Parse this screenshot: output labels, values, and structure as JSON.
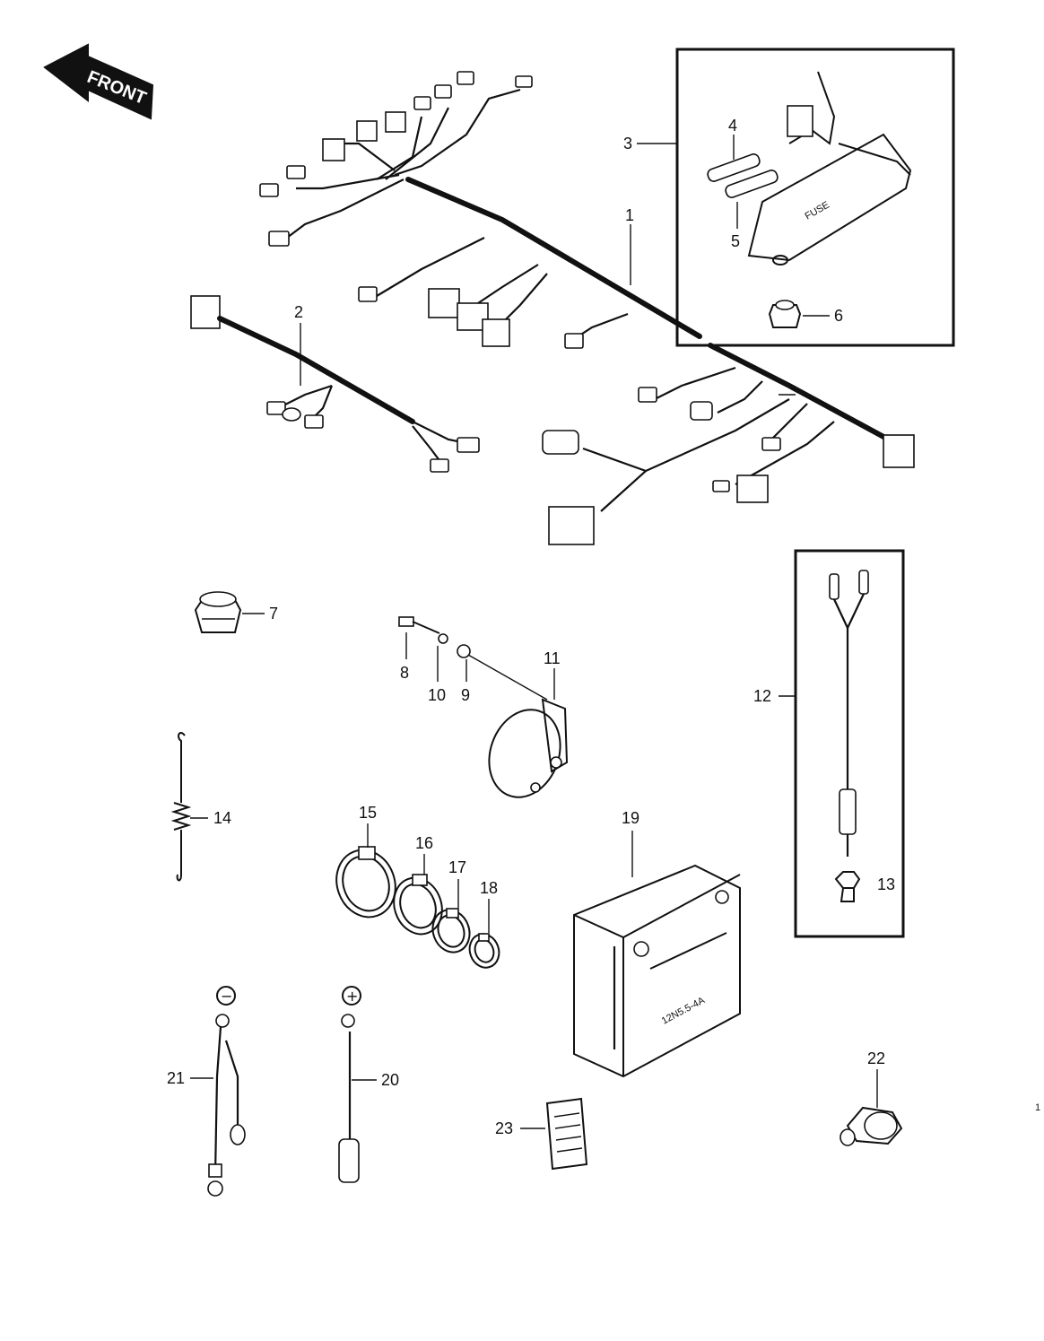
{
  "front_arrow": {
    "text": "FRONT"
  },
  "parts": {
    "p1": "1",
    "p2": "2",
    "p3": "3",
    "p4": "4",
    "p5": "5",
    "p6": "6",
    "p7": "7",
    "p8": "8",
    "p9": "9",
    "p10": "10",
    "p11": "11",
    "p12": "12",
    "p13": "13",
    "p14": "14",
    "p15": "15",
    "p16": "16",
    "p17": "17",
    "p18": "18",
    "p19": "19",
    "p20": "20",
    "p21": "21",
    "p22": "22",
    "p23": "23"
  },
  "terminals": {
    "negative": "−",
    "positive": "+"
  },
  "battery_marking": "12N5.5-4A",
  "page_edge_mark": "1"
}
